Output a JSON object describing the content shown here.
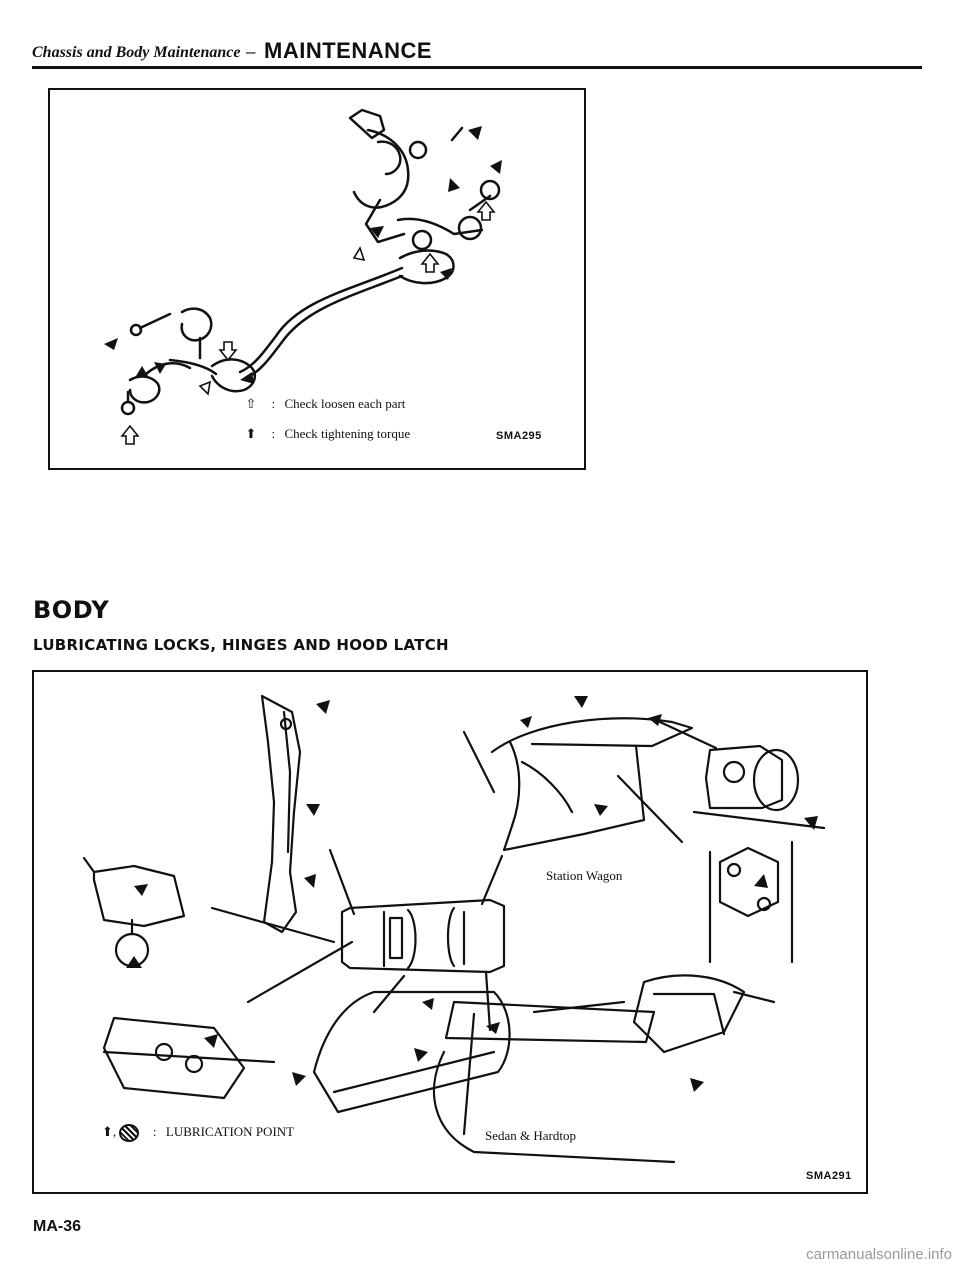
{
  "header": {
    "section": "Chassis and Body Maintenance",
    "dash": "–",
    "title": "MAINTENANCE"
  },
  "figure1": {
    "legend": [
      {
        "symbol": "outline-arrow-icon",
        "glyph": "⇧",
        "text": "Check loosen each part"
      },
      {
        "symbol": "solid-arrow-icon",
        "glyph": "⬆",
        "text": "Check tightening torque"
      }
    ],
    "code": "SMA295"
  },
  "body": {
    "heading": "BODY",
    "subheading": "LUBRICATING LOCKS, HINGES AND HOOD LATCH"
  },
  "figure2": {
    "label_wagon": "Station Wagon",
    "label_sedan": "Sedan & Hardtop",
    "legend_glyph": "⬆,",
    "legend_colon": ":",
    "legend_text": "LUBRICATION POINT",
    "code": "SMA291"
  },
  "footer": {
    "page_number": "MA-36",
    "watermark": "carmanualsonline.info"
  }
}
